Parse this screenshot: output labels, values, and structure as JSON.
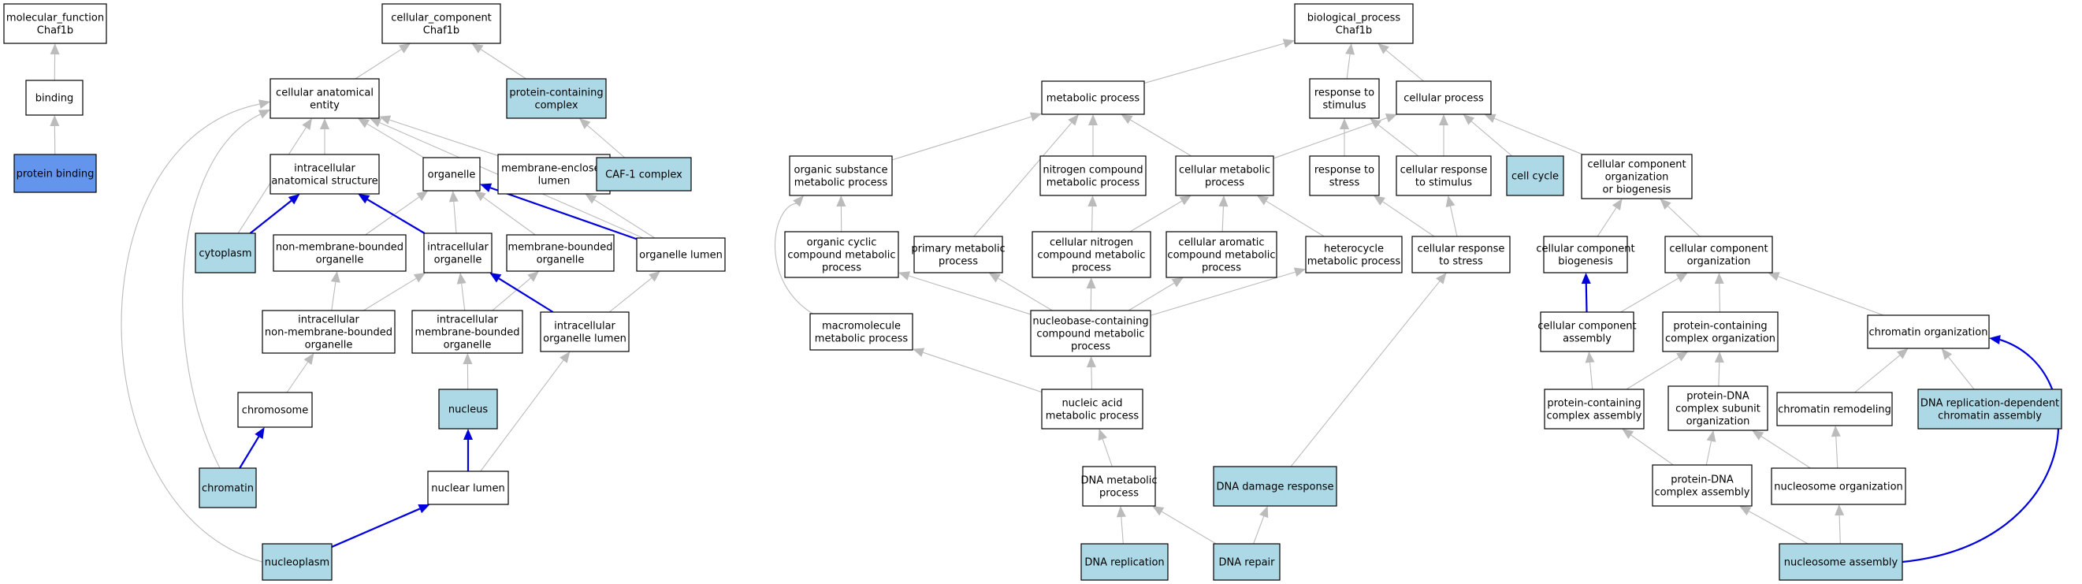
{
  "colors": {
    "default": "#ffffff",
    "annotated": "#add8e6",
    "query": "#6495ed",
    "edge_gray": "#bbbbbb",
    "edge_blue": "#0000dd"
  },
  "nodes": {
    "mf_root": {
      "lines": [
        "molecular_function",
        "Chaf1b"
      ],
      "fill": "default"
    },
    "binding": {
      "lines": [
        "binding"
      ],
      "fill": "default"
    },
    "prot_bind": {
      "lines": [
        "protein binding"
      ],
      "fill": "query"
    },
    "cc_root": {
      "lines": [
        "cellular_component",
        "Chaf1b"
      ],
      "fill": "default"
    },
    "cae": {
      "lines": [
        "cellular anatomical",
        "entity"
      ],
      "fill": "default"
    },
    "pcc": {
      "lines": [
        "protein-containing",
        "complex"
      ],
      "fill": "annotated"
    },
    "ias": {
      "lines": [
        "intracellular",
        "anatomical structure"
      ],
      "fill": "default"
    },
    "organelle": {
      "lines": [
        "organelle"
      ],
      "fill": "default"
    },
    "mel": {
      "lines": [
        "membrane-enclosed",
        "lumen"
      ],
      "fill": "default"
    },
    "caf1": {
      "lines": [
        "CAF-1 complex"
      ],
      "fill": "annotated"
    },
    "cytoplasm": {
      "lines": [
        "cytoplasm"
      ],
      "fill": "annotated"
    },
    "nmbo": {
      "lines": [
        "non-membrane-bounded",
        "organelle"
      ],
      "fill": "default"
    },
    "io": {
      "lines": [
        "intracellular",
        "organelle"
      ],
      "fill": "default"
    },
    "mbo": {
      "lines": [
        "membrane-bounded",
        "organelle"
      ],
      "fill": "default"
    },
    "ol": {
      "lines": [
        "organelle lumen"
      ],
      "fill": "default"
    },
    "inmbo": {
      "lines": [
        "intracellular",
        "non-membrane-bounded",
        "organelle"
      ],
      "fill": "default"
    },
    "imbo": {
      "lines": [
        "intracellular",
        "membrane-bounded",
        "organelle"
      ],
      "fill": "default"
    },
    "iol": {
      "lines": [
        "intracellular",
        "organelle lumen"
      ],
      "fill": "default"
    },
    "chromosome": {
      "lines": [
        "chromosome"
      ],
      "fill": "default"
    },
    "nucleus": {
      "lines": [
        "nucleus"
      ],
      "fill": "annotated"
    },
    "chromatin": {
      "lines": [
        "chromatin"
      ],
      "fill": "annotated"
    },
    "nlumen": {
      "lines": [
        "nuclear lumen"
      ],
      "fill": "default"
    },
    "nucleoplasm": {
      "lines": [
        "nucleoplasm"
      ],
      "fill": "annotated"
    },
    "bp_root": {
      "lines": [
        "biological_process",
        "Chaf1b"
      ],
      "fill": "default"
    },
    "metab": {
      "lines": [
        "metabolic process"
      ],
      "fill": "default"
    },
    "rts": {
      "lines": [
        "response to",
        "stimulus"
      ],
      "fill": "default"
    },
    "cellproc": {
      "lines": [
        "cellular process"
      ],
      "fill": "default"
    },
    "osmp": {
      "lines": [
        "organic substance",
        "metabolic process"
      ],
      "fill": "default"
    },
    "ncmp": {
      "lines": [
        "nitrogen compound",
        "metabolic process"
      ],
      "fill": "default"
    },
    "cmp": {
      "lines": [
        "cellular metabolic",
        "process"
      ],
      "fill": "default"
    },
    "rtstress": {
      "lines": [
        "response to",
        "stress"
      ],
      "fill": "default"
    },
    "crts": {
      "lines": [
        "cellular response",
        "to stimulus"
      ],
      "fill": "default"
    },
    "cellcycle": {
      "lines": [
        "cell cycle"
      ],
      "fill": "annotated"
    },
    "ccob": {
      "lines": [
        "cellular component",
        "organization",
        "or biogenesis"
      ],
      "fill": "default"
    },
    "occmp": {
      "lines": [
        "organic cyclic",
        "compound metabolic",
        "process"
      ],
      "fill": "default"
    },
    "pmp": {
      "lines": [
        "primary metabolic",
        "process"
      ],
      "fill": "default"
    },
    "cncmp": {
      "lines": [
        "cellular nitrogen",
        "compound metabolic",
        "process"
      ],
      "fill": "default"
    },
    "cacmp": {
      "lines": [
        "cellular aromatic",
        "compound metabolic",
        "process"
      ],
      "fill": "default"
    },
    "hmp": {
      "lines": [
        "heterocycle",
        "metabolic process"
      ],
      "fill": "default"
    },
    "crtstress": {
      "lines": [
        "cellular response",
        "to stress"
      ],
      "fill": "default"
    },
    "ccb": {
      "lines": [
        "cellular component",
        "biogenesis"
      ],
      "fill": "default"
    },
    "cco": {
      "lines": [
        "cellular component",
        "organization"
      ],
      "fill": "default"
    },
    "mmp": {
      "lines": [
        "macromolecule",
        "metabolic process"
      ],
      "fill": "default"
    },
    "nbccmp": {
      "lines": [
        "nucleobase-containing",
        "compound metabolic",
        "process"
      ],
      "fill": "default"
    },
    "cca": {
      "lines": [
        "cellular component",
        "assembly"
      ],
      "fill": "default"
    },
    "pcco": {
      "lines": [
        "protein-containing",
        "complex organization"
      ],
      "fill": "default"
    },
    "chromorg": {
      "lines": [
        "chromatin organization"
      ],
      "fill": "default"
    },
    "namp": {
      "lines": [
        "nucleic acid",
        "metabolic process"
      ],
      "fill": "default"
    },
    "pcca": {
      "lines": [
        "protein-containing",
        "complex assembly"
      ],
      "fill": "default"
    },
    "pdcso": {
      "lines": [
        "protein-DNA",
        "complex subunit",
        "organization"
      ],
      "fill": "default"
    },
    "chromrem": {
      "lines": [
        "chromatin remodeling"
      ],
      "fill": "default"
    },
    "drdca": {
      "lines": [
        "DNA replication-dependent",
        "chromatin assembly"
      ],
      "fill": "annotated"
    },
    "dnamp": {
      "lines": [
        "DNA metabolic",
        "process"
      ],
      "fill": "default"
    },
    "ddr": {
      "lines": [
        "DNA damage response"
      ],
      "fill": "annotated"
    },
    "pdca": {
      "lines": [
        "protein-DNA",
        "complex assembly"
      ],
      "fill": "default"
    },
    "nucorg": {
      "lines": [
        "nucleosome organization"
      ],
      "fill": "default"
    },
    "dnarep": {
      "lines": [
        "DNA replication"
      ],
      "fill": "annotated"
    },
    "dnarepair": {
      "lines": [
        "DNA repair"
      ],
      "fill": "annotated"
    },
    "nucasm": {
      "lines": [
        "nucleosome assembly"
      ],
      "fill": "annotated"
    }
  },
  "edges": [
    {
      "from": "binding",
      "to": "mf_root",
      "style": "gray"
    },
    {
      "from": "prot_bind",
      "to": "binding",
      "style": "gray"
    },
    {
      "from": "cae",
      "to": "cc_root",
      "style": "gray"
    },
    {
      "from": "pcc",
      "to": "cc_root",
      "style": "gray"
    },
    {
      "from": "caf1",
      "to": "pcc",
      "style": "gray"
    },
    {
      "from": "ias",
      "to": "cae",
      "style": "gray"
    },
    {
      "from": "organelle",
      "to": "cae",
      "style": "gray"
    },
    {
      "from": "mel",
      "to": "cae",
      "style": "gray"
    },
    {
      "from": "cytoplasm",
      "to": "cae",
      "style": "gray"
    },
    {
      "from": "chromatin",
      "to": "cae",
      "style": "gray"
    },
    {
      "from": "nucleoplasm",
      "to": "cae",
      "style": "gray"
    },
    {
      "from": "ol",
      "to": "cae",
      "style": "gray"
    },
    {
      "from": "cytoplasm",
      "to": "ias",
      "style": "blue"
    },
    {
      "from": "io",
      "to": "ias",
      "style": "blue"
    },
    {
      "from": "nmbo",
      "to": "organelle",
      "style": "gray"
    },
    {
      "from": "io",
      "to": "organelle",
      "style": "gray"
    },
    {
      "from": "mbo",
      "to": "organelle",
      "style": "gray"
    },
    {
      "from": "ol",
      "to": "organelle",
      "style": "blue"
    },
    {
      "from": "ol",
      "to": "mel",
      "style": "gray"
    },
    {
      "from": "inmbo",
      "to": "nmbo",
      "style": "gray"
    },
    {
      "from": "inmbo",
      "to": "io",
      "style": "gray"
    },
    {
      "from": "imbo",
      "to": "io",
      "style": "gray"
    },
    {
      "from": "iol",
      "to": "io",
      "style": "blue"
    },
    {
      "from": "imbo",
      "to": "mbo",
      "style": "gray"
    },
    {
      "from": "iol",
      "to": "ol",
      "style": "gray"
    },
    {
      "from": "chromosome",
      "to": "inmbo",
      "style": "gray"
    },
    {
      "from": "nucleus",
      "to": "imbo",
      "style": "gray"
    },
    {
      "from": "nlumen",
      "to": "iol",
      "style": "gray"
    },
    {
      "from": "chromatin",
      "to": "chromosome",
      "style": "blue"
    },
    {
      "from": "nlumen",
      "to": "nucleus",
      "style": "blue"
    },
    {
      "from": "nucleoplasm",
      "to": "nlumen",
      "style": "blue"
    },
    {
      "from": "metab",
      "to": "bp_root",
      "style": "gray"
    },
    {
      "from": "rts",
      "to": "bp_root",
      "style": "gray"
    },
    {
      "from": "cellproc",
      "to": "bp_root",
      "style": "gray"
    },
    {
      "from": "osmp",
      "to": "metab",
      "style": "gray"
    },
    {
      "from": "ncmp",
      "to": "metab",
      "style": "gray"
    },
    {
      "from": "cmp",
      "to": "metab",
      "style": "gray"
    },
    {
      "from": "pmp",
      "to": "metab",
      "style": "gray"
    },
    {
      "from": "cmp",
      "to": "cellproc",
      "style": "gray"
    },
    {
      "from": "crts",
      "to": "cellproc",
      "style": "gray"
    },
    {
      "from": "cellcycle",
      "to": "cellproc",
      "style": "gray"
    },
    {
      "from": "ccob",
      "to": "cellproc",
      "style": "gray"
    },
    {
      "from": "rtstress",
      "to": "rts",
      "style": "gray"
    },
    {
      "from": "crts",
      "to": "rts",
      "style": "gray"
    },
    {
      "from": "occmp",
      "to": "osmp",
      "style": "gray"
    },
    {
      "from": "mmp",
      "to": "osmp",
      "style": "gray"
    },
    {
      "from": "cncmp",
      "to": "ncmp",
      "style": "gray"
    },
    {
      "from": "cncmp",
      "to": "cmp",
      "style": "gray"
    },
    {
      "from": "cacmp",
      "to": "cmp",
      "style": "gray"
    },
    {
      "from": "hmp",
      "to": "cmp",
      "style": "gray"
    },
    {
      "from": "crtstress",
      "to": "rtstress",
      "style": "gray"
    },
    {
      "from": "crtstress",
      "to": "crts",
      "style": "gray"
    },
    {
      "from": "ccb",
      "to": "ccob",
      "style": "gray"
    },
    {
      "from": "cco",
      "to": "ccob",
      "style": "gray"
    },
    {
      "from": "nbccmp",
      "to": "occmp",
      "style": "gray"
    },
    {
      "from": "nbccmp",
      "to": "pmp",
      "style": "gray"
    },
    {
      "from": "nbccmp",
      "to": "cncmp",
      "style": "gray"
    },
    {
      "from": "nbccmp",
      "to": "cacmp",
      "style": "gray"
    },
    {
      "from": "nbccmp",
      "to": "hmp",
      "style": "gray"
    },
    {
      "from": "ddr",
      "to": "crtstress",
      "style": "gray"
    },
    {
      "from": "cca",
      "to": "ccb",
      "style": "blue"
    },
    {
      "from": "cca",
      "to": "cco",
      "style": "gray"
    },
    {
      "from": "pcco",
      "to": "cco",
      "style": "gray"
    },
    {
      "from": "chromorg",
      "to": "cco",
      "style": "gray"
    },
    {
      "from": "namp",
      "to": "mmp",
      "style": "gray"
    },
    {
      "from": "namp",
      "to": "nbccmp",
      "style": "gray"
    },
    {
      "from": "pcca",
      "to": "cca",
      "style": "gray"
    },
    {
      "from": "pcca",
      "to": "pcco",
      "style": "gray"
    },
    {
      "from": "pdcso",
      "to": "pcco",
      "style": "gray"
    },
    {
      "from": "chromrem",
      "to": "chromorg",
      "style": "gray"
    },
    {
      "from": "drdca",
      "to": "chromorg",
      "style": "gray"
    },
    {
      "from": "nucasm",
      "to": "chromorg",
      "style": "blue"
    },
    {
      "from": "dnamp",
      "to": "namp",
      "style": "gray"
    },
    {
      "from": "pdca",
      "to": "pcca",
      "style": "gray"
    },
    {
      "from": "pdca",
      "to": "pdcso",
      "style": "gray"
    },
    {
      "from": "nucorg",
      "to": "pdcso",
      "style": "gray"
    },
    {
      "from": "nucorg",
      "to": "chromrem",
      "style": "gray"
    },
    {
      "from": "dnarep",
      "to": "dnamp",
      "style": "gray"
    },
    {
      "from": "dnarepair",
      "to": "dnamp",
      "style": "gray"
    },
    {
      "from": "dnarepair",
      "to": "ddr",
      "style": "gray"
    },
    {
      "from": "nucasm",
      "to": "pdca",
      "style": "gray"
    },
    {
      "from": "nucasm",
      "to": "nucorg",
      "style": "gray"
    }
  ]
}
